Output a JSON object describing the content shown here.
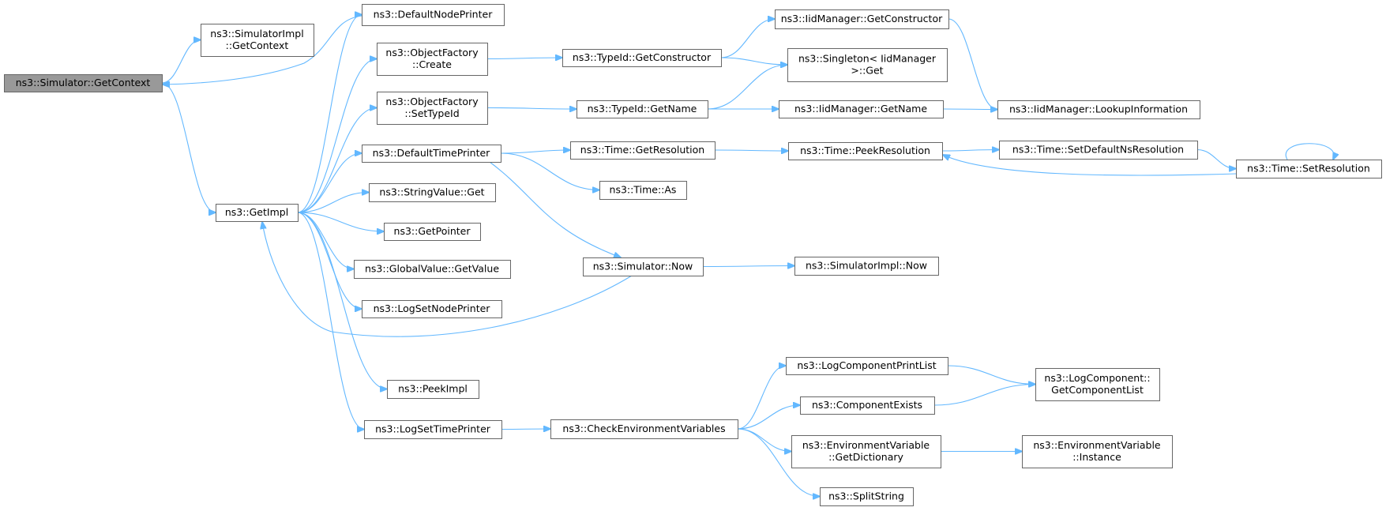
{
  "diagram": {
    "type": "doxygen-call-graph",
    "edge_color": "#63b8ff",
    "root_fill": "#999999",
    "nodes": [
      {
        "id": "root",
        "lines": [
          "ns3::Simulator::GetContext"
        ],
        "root": true
      },
      {
        "id": "simImplGetContext",
        "lines": [
          "ns3::SimulatorImpl",
          "::GetContext"
        ]
      },
      {
        "id": "getImpl",
        "lines": [
          "ns3::GetImpl"
        ]
      },
      {
        "id": "defaultNodePrinter",
        "lines": [
          "ns3::DefaultNodePrinter"
        ]
      },
      {
        "id": "objFactoryCreate",
        "lines": [
          "ns3::ObjectFactory",
          "::Create"
        ]
      },
      {
        "id": "objFactorySetTypeId",
        "lines": [
          "ns3::ObjectFactory",
          "::SetTypeId"
        ]
      },
      {
        "id": "defaultTimePrinter",
        "lines": [
          "ns3::DefaultTimePrinter"
        ]
      },
      {
        "id": "stringValueGet",
        "lines": [
          "ns3::StringValue::Get"
        ]
      },
      {
        "id": "getPointer",
        "lines": [
          "ns3::GetPointer"
        ]
      },
      {
        "id": "globalValueGetValue",
        "lines": [
          "ns3::GlobalValue::GetValue"
        ]
      },
      {
        "id": "logSetNodePrinter",
        "lines": [
          "ns3::LogSetNodePrinter"
        ]
      },
      {
        "id": "peekImpl",
        "lines": [
          "ns3::PeekImpl"
        ]
      },
      {
        "id": "logSetTimePrinter",
        "lines": [
          "ns3::LogSetTimePrinter"
        ]
      },
      {
        "id": "typeIdGetConstructor",
        "lines": [
          "ns3::TypeId::GetConstructor"
        ]
      },
      {
        "id": "typeIdGetName",
        "lines": [
          "ns3::TypeId::GetName"
        ]
      },
      {
        "id": "timeGetResolution",
        "lines": [
          "ns3::Time::GetResolution"
        ]
      },
      {
        "id": "timeAs",
        "lines": [
          "ns3::Time::As"
        ]
      },
      {
        "id": "simulatorNow",
        "lines": [
          "ns3::Simulator::Now"
        ]
      },
      {
        "id": "checkEnvVars",
        "lines": [
          "ns3::CheckEnvironmentVariables"
        ]
      },
      {
        "id": "iidGetConstructor",
        "lines": [
          "ns3::IidManager::GetConstructor"
        ]
      },
      {
        "id": "singletonGet",
        "lines": [
          "ns3::Singleton< IidManager",
          " >::Get"
        ]
      },
      {
        "id": "iidGetName",
        "lines": [
          "ns3::IidManager::GetName"
        ]
      },
      {
        "id": "timePeekResolution",
        "lines": [
          "ns3::Time::PeekResolution"
        ]
      },
      {
        "id": "simImplNow",
        "lines": [
          "ns3::SimulatorImpl::Now"
        ]
      },
      {
        "id": "logComponentPrintList",
        "lines": [
          "ns3::LogComponentPrintList"
        ]
      },
      {
        "id": "componentExists",
        "lines": [
          "ns3::ComponentExists"
        ]
      },
      {
        "id": "envVarGetDictionary",
        "lines": [
          "ns3::EnvironmentVariable",
          "::GetDictionary"
        ]
      },
      {
        "id": "splitString",
        "lines": [
          "ns3::SplitString"
        ]
      },
      {
        "id": "iidLookupInformation",
        "lines": [
          "ns3::IidManager::LookupInformation"
        ]
      },
      {
        "id": "timeSetDefaultNsResolution",
        "lines": [
          "ns3::Time::SetDefaultNsResolution"
        ]
      },
      {
        "id": "timeSetResolution",
        "lines": [
          "ns3::Time::SetResolution"
        ]
      },
      {
        "id": "logComponentGetComponentList",
        "lines": [
          "ns3::LogComponent::",
          "GetComponentList"
        ]
      },
      {
        "id": "envVarInstance",
        "lines": [
          "ns3::EnvironmentVariable",
          "::Instance"
        ]
      }
    ],
    "edges": [
      {
        "from": "root",
        "to": "simImplGetContext"
      },
      {
        "from": "root",
        "to": "getImpl"
      },
      {
        "from": "defaultNodePrinter",
        "to": "root"
      },
      {
        "from": "getImpl",
        "to": "defaultNodePrinter"
      },
      {
        "from": "getImpl",
        "to": "objFactoryCreate"
      },
      {
        "from": "getImpl",
        "to": "objFactorySetTypeId"
      },
      {
        "from": "getImpl",
        "to": "defaultTimePrinter"
      },
      {
        "from": "getImpl",
        "to": "stringValueGet"
      },
      {
        "from": "getImpl",
        "to": "getPointer"
      },
      {
        "from": "getImpl",
        "to": "globalValueGetValue"
      },
      {
        "from": "getImpl",
        "to": "logSetNodePrinter"
      },
      {
        "from": "getImpl",
        "to": "peekImpl"
      },
      {
        "from": "getImpl",
        "to": "logSetTimePrinter"
      },
      {
        "from": "simulatorNow",
        "to": "getImpl"
      },
      {
        "from": "objFactoryCreate",
        "to": "typeIdGetConstructor"
      },
      {
        "from": "objFactorySetTypeId",
        "to": "typeIdGetName"
      },
      {
        "from": "defaultTimePrinter",
        "to": "timeGetResolution"
      },
      {
        "from": "defaultTimePrinter",
        "to": "timeAs"
      },
      {
        "from": "defaultTimePrinter",
        "to": "simulatorNow"
      },
      {
        "from": "logSetTimePrinter",
        "to": "checkEnvVars"
      },
      {
        "from": "typeIdGetConstructor",
        "to": "iidGetConstructor"
      },
      {
        "from": "typeIdGetConstructor",
        "to": "singletonGet"
      },
      {
        "from": "typeIdGetName",
        "to": "singletonGet"
      },
      {
        "from": "typeIdGetName",
        "to": "iidGetName"
      },
      {
        "from": "timeGetResolution",
        "to": "timePeekResolution"
      },
      {
        "from": "simulatorNow",
        "to": "simImplNow"
      },
      {
        "from": "checkEnvVars",
        "to": "logComponentPrintList"
      },
      {
        "from": "checkEnvVars",
        "to": "componentExists"
      },
      {
        "from": "checkEnvVars",
        "to": "envVarGetDictionary"
      },
      {
        "from": "checkEnvVars",
        "to": "splitString"
      },
      {
        "from": "iidGetConstructor",
        "to": "iidLookupInformation"
      },
      {
        "from": "iidGetName",
        "to": "iidLookupInformation"
      },
      {
        "from": "timePeekResolution",
        "to": "timeSetDefaultNsResolution"
      },
      {
        "from": "timeSetDefaultNsResolution",
        "to": "timeSetResolution"
      },
      {
        "from": "timeSetResolution",
        "to": "timePeekResolution"
      },
      {
        "from": "timeSetResolution",
        "to": "timeSetResolution"
      },
      {
        "from": "logComponentPrintList",
        "to": "logComponentGetComponentList"
      },
      {
        "from": "componentExists",
        "to": "logComponentGetComponentList"
      },
      {
        "from": "envVarGetDictionary",
        "to": "envVarInstance"
      }
    ]
  }
}
